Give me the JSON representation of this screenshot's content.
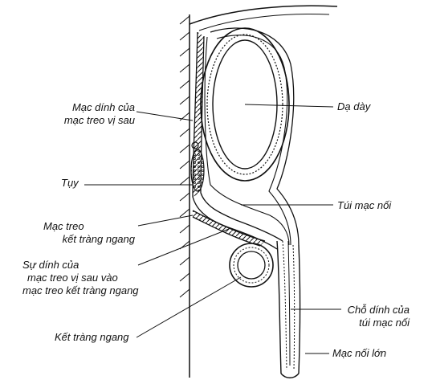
{
  "labels": {
    "mesentery_adhesion_line1": "Mạc dính của",
    "mesentery_adhesion_line2": "mạc treo vị sau",
    "pancreas": "Tụy",
    "transverse_mesocolon_line1": "Mạc treo",
    "transverse_mesocolon_line2": "kết tràng ngang",
    "fusion_line1": "Sự dính của",
    "fusion_line2": "mạc treo vị sau vào",
    "fusion_line3": "mạc treo kết tràng ngang",
    "transverse_colon": "Kết tràng ngang",
    "stomach": "Dạ dày",
    "omental_bursa": "Túi mạc nối",
    "omental_adhesion_line1": "Chỗ dính của",
    "omental_adhesion_line2": "túi mạc nối",
    "greater_omentum": "Mạc nối lớn"
  },
  "colors": {
    "ink": "#111111",
    "paper": "#ffffff"
  }
}
